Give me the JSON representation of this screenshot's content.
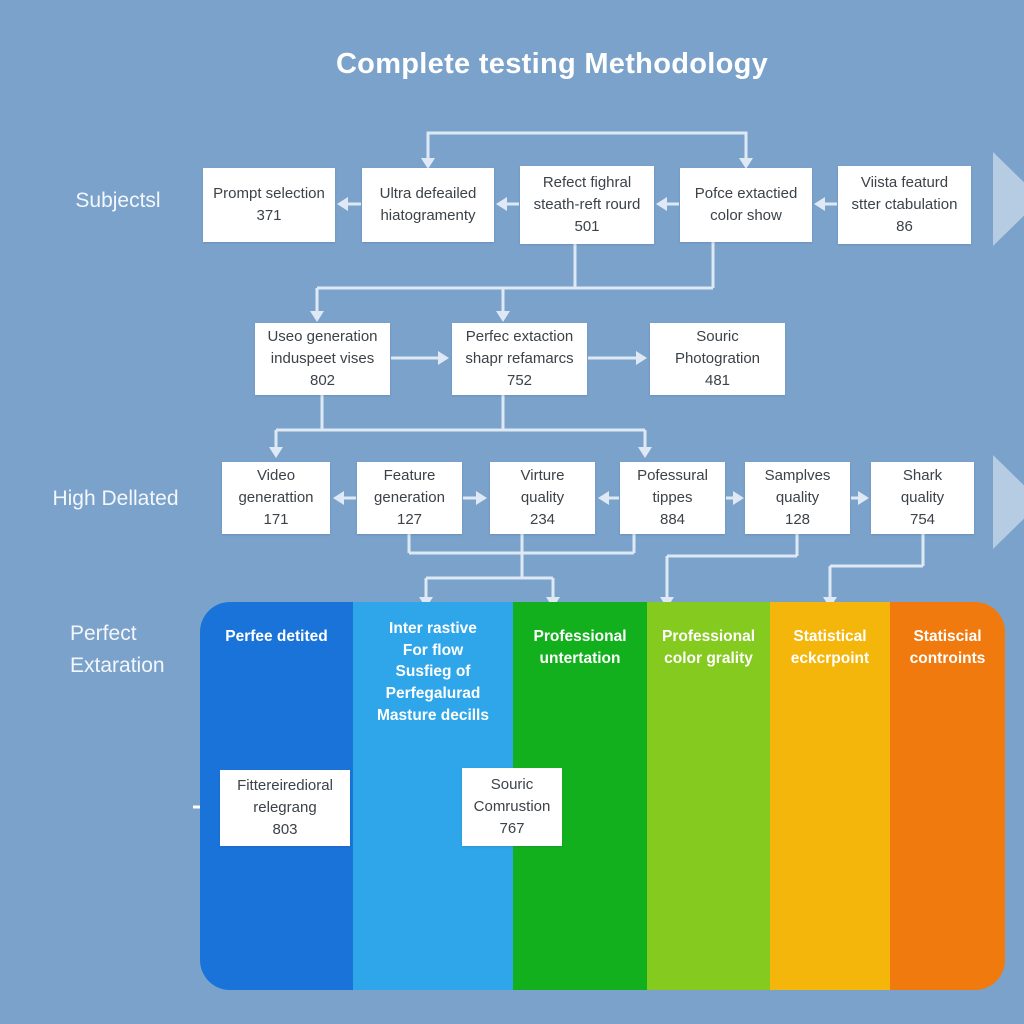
{
  "title": "Complete testing Methodology",
  "side_labels": {
    "row1": "Subjectsl",
    "row3": "High Dellated",
    "band": "Perfect\nExtaration"
  },
  "row1": {
    "boxes": [
      {
        "lines": [
          "Prompt selection",
          "371",
          ""
        ]
      },
      {
        "lines": [
          "Ultra defeailed",
          "hiatogramenty",
          ""
        ]
      },
      {
        "lines": [
          "Refect fighral",
          "steath-reft rourd",
          "501"
        ]
      },
      {
        "lines": [
          "Pofce extactied",
          "color show",
          ""
        ]
      },
      {
        "lines": [
          "Viista featurd",
          "stter ctabulation",
          "86"
        ]
      }
    ]
  },
  "row2": {
    "boxes": [
      {
        "lines": [
          "Useo generation",
          "induspeet vises",
          "802"
        ]
      },
      {
        "lines": [
          "Perfec extaction",
          "shapr refamarcs",
          "752"
        ]
      },
      {
        "lines": [
          "Souric",
          "Photogration",
          "481"
        ]
      }
    ]
  },
  "row3": {
    "boxes": [
      {
        "lines": [
          "Video",
          "generattion",
          "171"
        ]
      },
      {
        "lines": [
          "Feature",
          "generation",
          "127"
        ]
      },
      {
        "lines": [
          "Virture",
          "quality",
          "234"
        ]
      },
      {
        "lines": [
          "Pofessural",
          "tippes",
          "884"
        ]
      },
      {
        "lines": [
          "Samplves",
          "quality",
          "128"
        ]
      },
      {
        "lines": [
          "Shark",
          "quality",
          "754"
        ]
      }
    ]
  },
  "band": {
    "columns": [
      {
        "label": "Perfee detited",
        "color": "#1a73d9"
      },
      {
        "label": "Inter rastive\nFor flow\nSusfieg of\nPerfegalurad\nMasture decills",
        "color": "#2fa6ea"
      },
      {
        "label": "Professional\nuntertation",
        "color": "#12b01d"
      },
      {
        "label": "Professional\ncolor grality",
        "color": "#85ca1e"
      },
      {
        "label": "Statistical\neckcrpoint",
        "color": "#f5b60c"
      },
      {
        "label": "Statiscial\ncontroints",
        "color": "#f17a0e"
      }
    ],
    "boxes": [
      {
        "lines": [
          "Fittereiredioral",
          "relegrang",
          "803"
        ]
      },
      {
        "lines": [
          "Souric",
          "Comrustion",
          "767"
        ]
      }
    ]
  },
  "colors": {
    "background": "#7aa2cb",
    "connector": "#dfe9f6",
    "white_connector": "#ffffff",
    "box_text": "#3c4248",
    "chevron": "rgba(255,255,255,0.45)"
  }
}
